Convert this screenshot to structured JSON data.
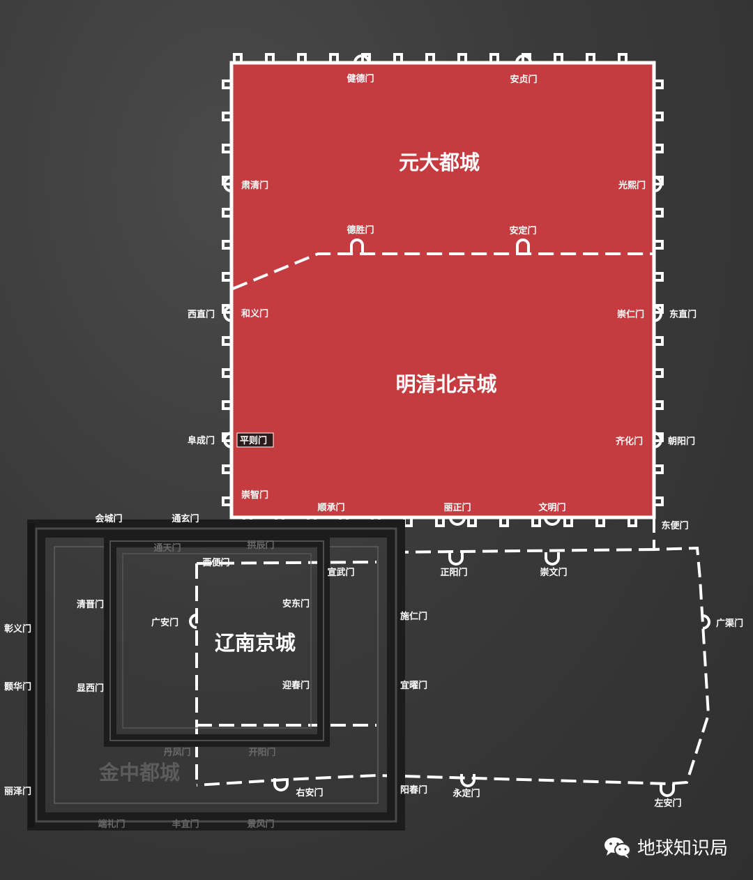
{
  "cities": {
    "yuan": "元大都城",
    "mingqing": "明清北京城",
    "liao": "辽南京城",
    "jin": "金中都城"
  },
  "gates": {
    "jiande": "健德门",
    "anzhen": "安贞门",
    "suqing": "肃清门",
    "guangxi": "光熙门",
    "desheng": "德胜门",
    "anding": "安定门",
    "xizhi": "西直门",
    "heyi": "和义门",
    "chongren": "崇仁门",
    "dongzhi": "东直门",
    "fucheng": "阜成门",
    "pingze": "平则门",
    "qihua": "齐化门",
    "chaoyang": "朝阳门",
    "chongzhi": "崇智门",
    "shuncheng": "顺承门",
    "lizheng": "丽正门",
    "wenming": "文明门",
    "dongbian": "东便门",
    "huicheng": "会城门",
    "tongxuan": "通玄门",
    "tongtian": "通天门",
    "gongchen": "拱辰门",
    "xibian": "西便门",
    "xuanwu": "宣武门",
    "zhengyang": "正阳门",
    "chongwen": "崇文门",
    "qingjin": "清晋门",
    "andong": "安东门",
    "guangan": "广安门",
    "shiren": "施仁门",
    "guangqu": "广渠门",
    "zhangyi": "彰义门",
    "xianxi": "显西门",
    "yingchun": "迎春门",
    "xuanyao": "宜曜门",
    "haohua": "颢华门",
    "danfeng": "丹凤门",
    "kaiyang": "开阳门",
    "lize": "丽泽门",
    "youan": "右安门",
    "yangchun": "阳春门",
    "yongding": "永定门",
    "zuoan": "左安门",
    "duanli": "端礼门",
    "fengyi": "丰宜门",
    "jingfeng": "景风门"
  },
  "watermark": {
    "icon": "wechat-icon",
    "text": "地球知识局"
  },
  "colors": {
    "red_city": "#c43c3f",
    "wall": "#ffffff",
    "background": "#3a3a3a"
  }
}
